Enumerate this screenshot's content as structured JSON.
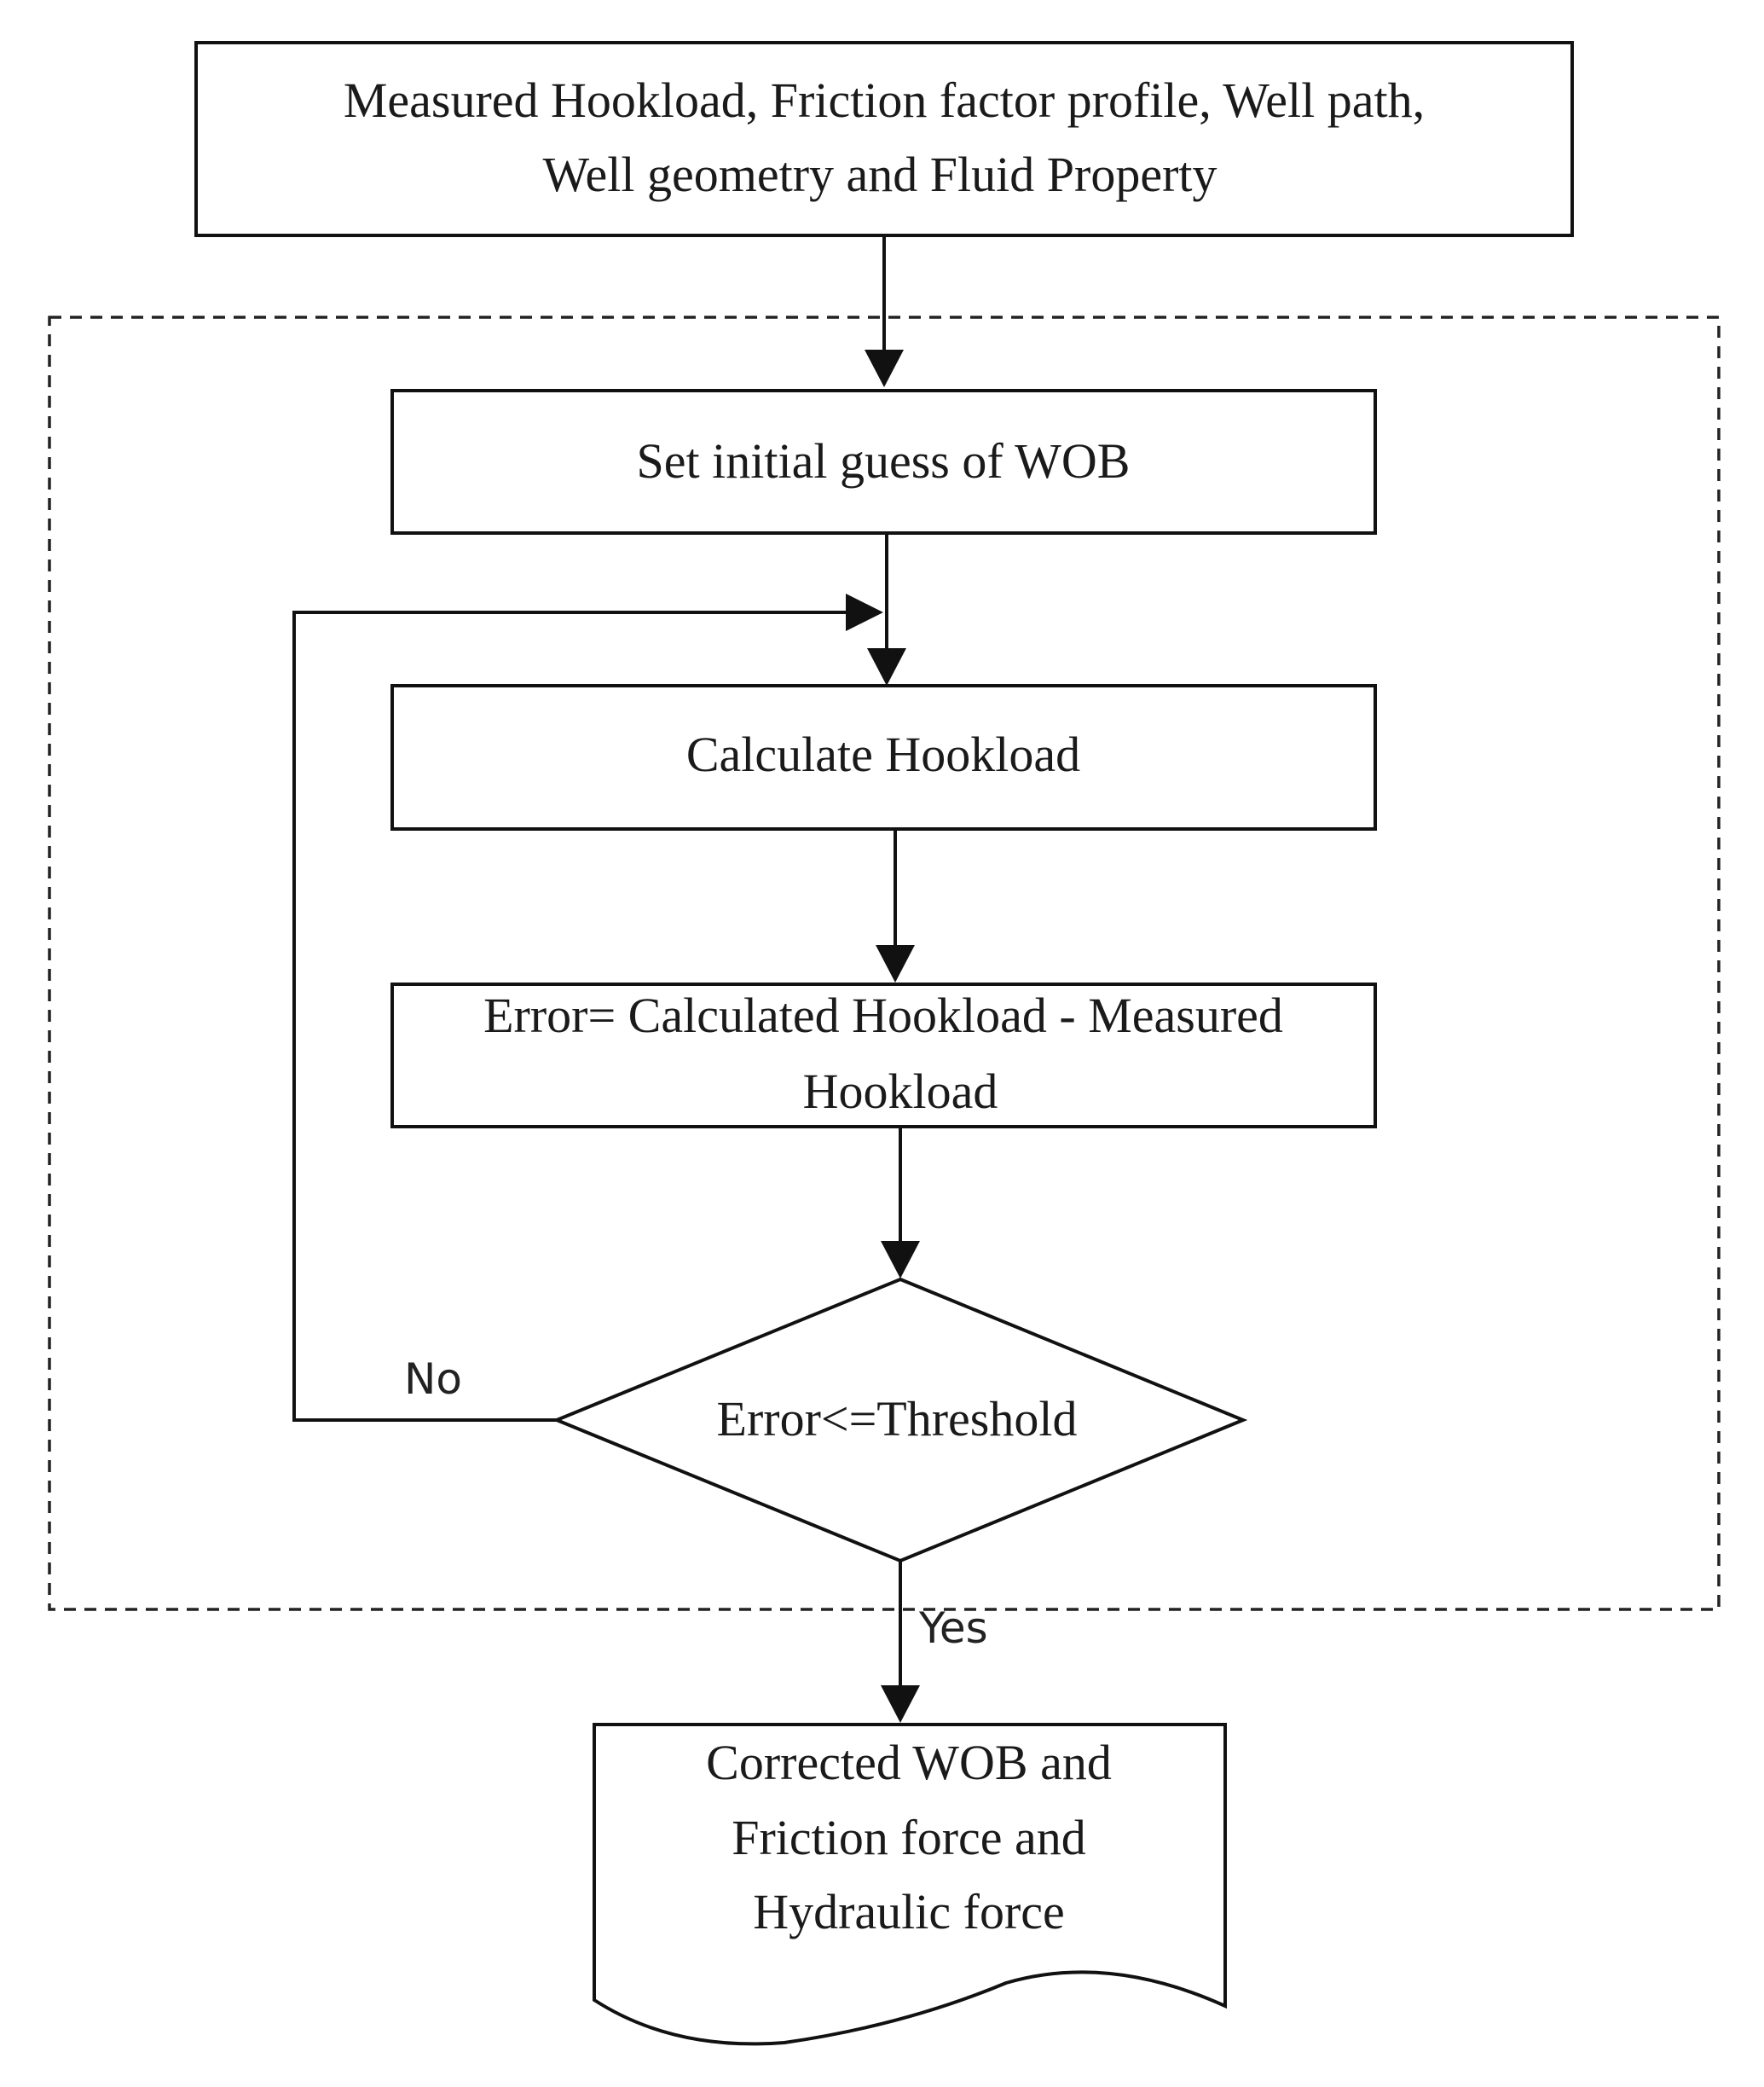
{
  "nodes": {
    "inputs": {
      "line1": "Measured Hookload, Friction factor profile, Well path,",
      "line2": "Well geometry and Fluid Property"
    },
    "initial_guess": {
      "line1": "Set initial guess of WOB"
    },
    "calculate": {
      "line1": "Calculate Hookload"
    },
    "error": {
      "line1": "Error= Calculated Hookload - Measured",
      "line2": "Hookload"
    },
    "decision": {
      "line1": "Error<=Threshold"
    },
    "output": {
      "line1": "Corrected WOB and",
      "line2": "Friction force and",
      "line3": "Hydraulic force"
    }
  },
  "edges": {
    "no_label": "No",
    "yes_label": "Yes"
  }
}
